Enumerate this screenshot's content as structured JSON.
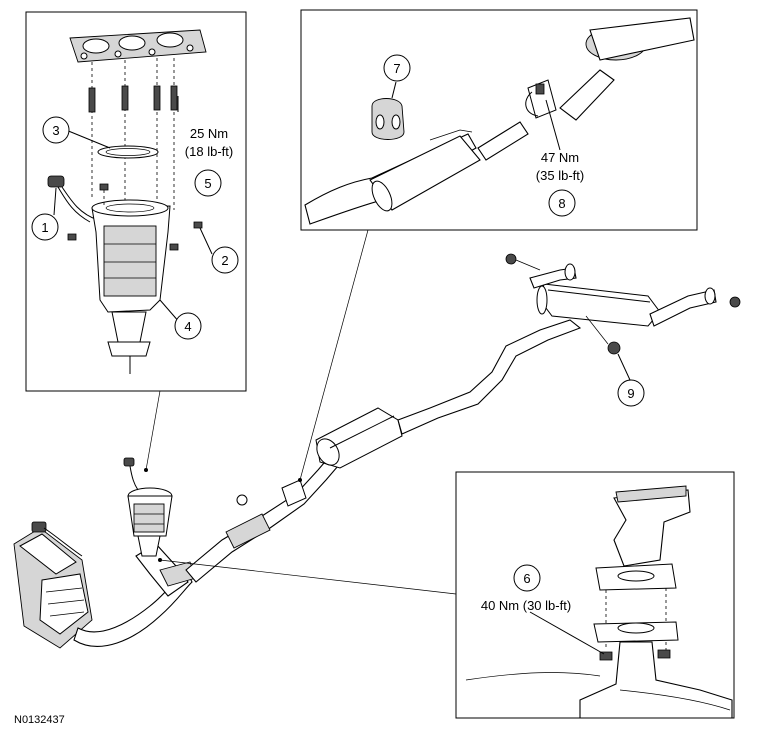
{
  "figure_id": "N0132437",
  "callouts": [
    {
      "number": "1"
    },
    {
      "number": "2"
    },
    {
      "number": "3"
    },
    {
      "number": "4"
    },
    {
      "number": "5"
    },
    {
      "number": "6"
    },
    {
      "number": "7"
    },
    {
      "number": "8"
    },
    {
      "number": "9"
    }
  ],
  "torque_specs": {
    "manifold_studs": {
      "nm": "25 Nm",
      "lbft": "(18 lb-ft)"
    },
    "clamp": {
      "nm": "47 Nm",
      "lbft": "(35 lb-ft)"
    },
    "flange_nuts": {
      "text": "40 Nm (30 lb-ft)"
    }
  }
}
